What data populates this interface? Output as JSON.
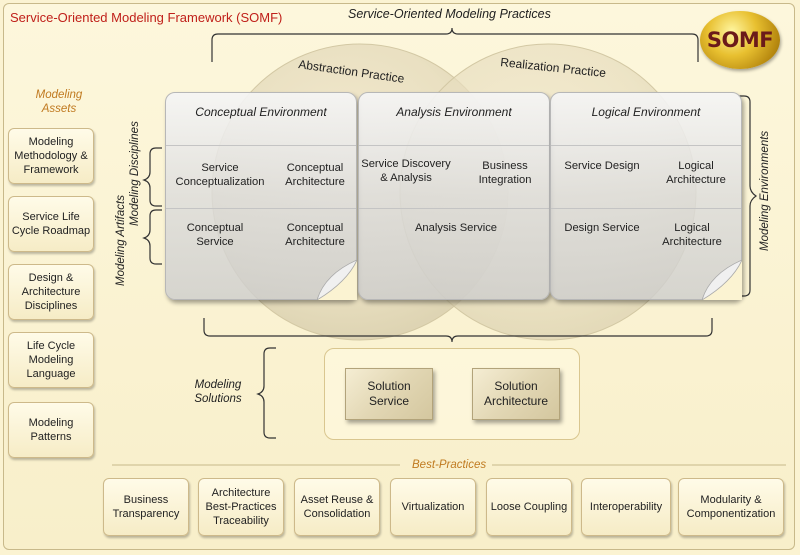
{
  "title": "Service-Oriented Modeling Framework (SOMF)",
  "logo_text": "SOMF",
  "practices": {
    "title": "Service-Oriented Modeling Practices",
    "abstraction": "Abstraction Practice",
    "realization": "Realization Practice"
  },
  "modeling_assets": {
    "title": "Modeling Assets",
    "items": [
      "Modeling Methodology & Framework",
      "Service Life Cycle Roadmap",
      "Design & Architecture Disciplines",
      "Life Cycle Modeling Language",
      "Modeling Patterns"
    ]
  },
  "row_labels": {
    "disciplines": "Modeling Disciplines",
    "artifacts": "Modeling Artifacts"
  },
  "modeling_environments_label": "Modeling Environments",
  "environments": [
    {
      "title": "Conceptual Environment",
      "disciplines": [
        "Service Conceptualization",
        "Conceptual Architecture"
      ],
      "artifacts": [
        "Conceptual Service",
        "Conceptual Architecture"
      ]
    },
    {
      "title": "Analysis Environment",
      "disciplines": [
        "Service Discovery & Analysis",
        "Business Integration"
      ],
      "artifacts": [
        "Analysis Service"
      ]
    },
    {
      "title": "Logical Environment",
      "disciplines": [
        "Service Design",
        "Logical Architecture"
      ],
      "artifacts": [
        "Design Service",
        "Logical Architecture"
      ]
    }
  ],
  "modeling_solutions": {
    "title": "Modeling Solutions",
    "items": [
      "Solution Service",
      "Solution Architecture"
    ]
  },
  "best_practices": {
    "title": "Best-Practices",
    "items": [
      "Business Transparency",
      "Architecture Best-Practices Traceability",
      "Asset Reuse & Consolidation",
      "Virtualization",
      "Loose Coupling",
      "Interoperability",
      "Modularity & Componentization"
    ]
  },
  "colors": {
    "title_red": "#c0201a",
    "accent_orange": "#c07a20",
    "background": "#fbf3d2"
  }
}
